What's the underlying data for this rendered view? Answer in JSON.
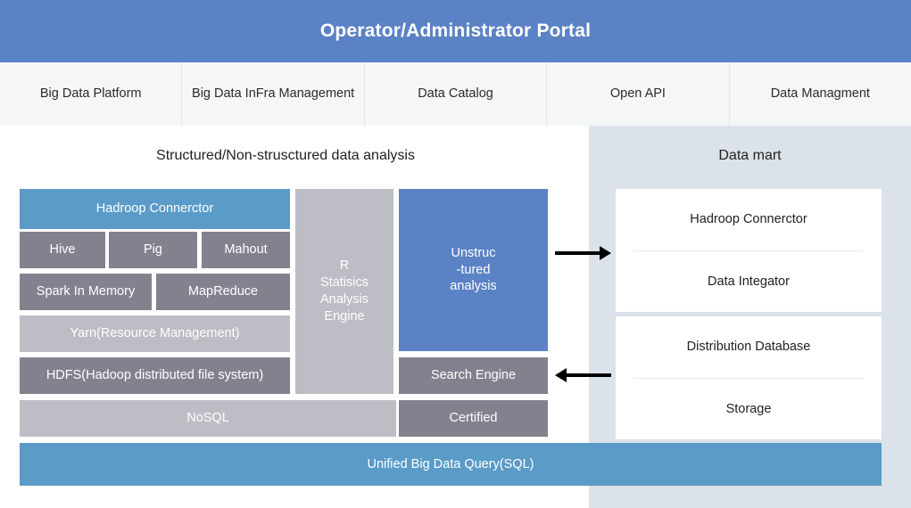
{
  "header": {
    "title": "Operator/Administrator Portal"
  },
  "tabs": [
    {
      "label": "Big Data Platform"
    },
    {
      "label": "Big Data InFra Management"
    },
    {
      "label": "Data Catalog"
    },
    {
      "label": "Open API"
    },
    {
      "label": "Data Managment"
    }
  ],
  "left": {
    "heading": "Structured/Non-strusctured data analysis",
    "blocks": {
      "hadoop_connector": "Hadroop Connerctor",
      "hive": "Hive",
      "pig": "Pig",
      "mahout": "Mahout",
      "spark": "Spark In Memory",
      "mapreduce": "MapReduce",
      "yarn": "Yarn(Resource Management)",
      "hdfs": "HDFS(Hadoop distributed file system)",
      "nosql": "NoSQL"
    }
  },
  "middle": {
    "r_engine": "R\nStatisics\nAnalysis\nEngine"
  },
  "unstructured": {
    "analysis": "Unstruc\n-tured\nanalysis",
    "search_engine": "Search Engine",
    "certified": "Certified"
  },
  "right": {
    "heading": "Data mart",
    "card1": [
      "Hadroop Connerctor",
      "Data Integator"
    ],
    "card2": [
      "Distribution Database",
      "Storage"
    ]
  },
  "bottom": {
    "unified_query": "Unified Big Data Query(SQL)"
  },
  "colors": {
    "header_blue": "#5b82c4",
    "accent_blue_light": "#5a9bc8",
    "gray_dark": "#82828f",
    "gray_light": "#bdbdc5",
    "panel_bg": "#dce2ea"
  }
}
